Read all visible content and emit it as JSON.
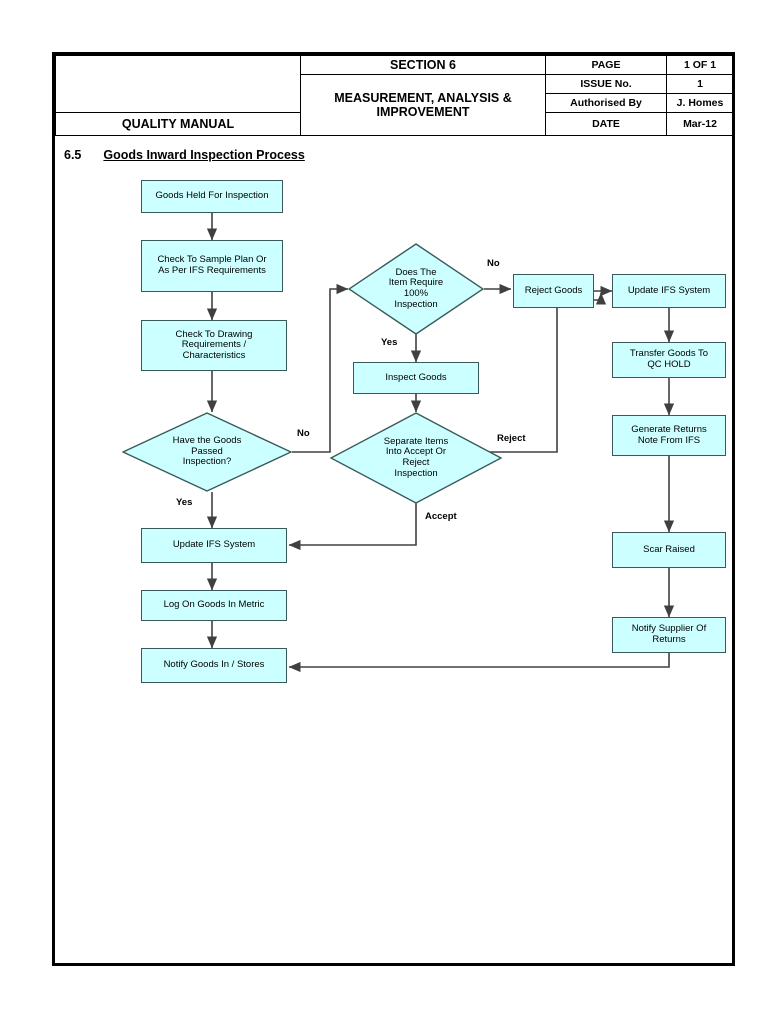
{
  "document": {
    "manual_label": "QUALITY MANUAL",
    "section_label": "SECTION 6",
    "title": "MEASUREMENT, ANALYSIS & IMPROVEMENT",
    "meta": [
      {
        "label": "PAGE",
        "value": "1 OF 1"
      },
      {
        "label": "ISSUE No.",
        "value": "1"
      },
      {
        "label": "Authorised By",
        "value": "J. Homes"
      },
      {
        "label": "DATE",
        "value": "Mar-12"
      }
    ]
  },
  "section": {
    "number": "6.5",
    "title": "Goods Inward Inspection Process"
  },
  "flowchart": {
    "nodes": [
      {
        "id": "goods-held",
        "type": "process",
        "label": "Goods Held For Inspection"
      },
      {
        "id": "check-sample-plan",
        "type": "process",
        "label": "Check To Sample Plan Or As Per IFS Requirements"
      },
      {
        "id": "check-drawing",
        "type": "process",
        "label": "Check To Drawing Requirements / Characteristics"
      },
      {
        "id": "goods-passed",
        "type": "decision",
        "label": "Have the Goods Passed Inspection?"
      },
      {
        "id": "update-ifs-left",
        "type": "process",
        "label": "Update IFS System"
      },
      {
        "id": "log-goods-metric",
        "type": "process",
        "label": "Log On Goods In Metric"
      },
      {
        "id": "notify-goods-in",
        "type": "process",
        "label": "Notify Goods In / Stores"
      },
      {
        "id": "require-100",
        "type": "decision",
        "label": "Does The Item Require 100% Inspection"
      },
      {
        "id": "inspect-goods",
        "type": "process",
        "label": "Inspect Goods"
      },
      {
        "id": "separate-items",
        "type": "decision",
        "label": "Separate Items Into Accept Or Reject Inspection"
      },
      {
        "id": "reject-goods",
        "type": "process",
        "label": "Reject Goods"
      },
      {
        "id": "update-ifs-right",
        "type": "process",
        "label": "Update IFS System"
      },
      {
        "id": "transfer-qc-hold",
        "type": "process",
        "label": "Transfer Goods To QC HOLD"
      },
      {
        "id": "generate-returns",
        "type": "process",
        "label": "Generate Returns Note From IFS"
      },
      {
        "id": "scar-raised",
        "type": "process",
        "label": "Scar Raised"
      },
      {
        "id": "notify-supplier",
        "type": "process",
        "label": "Notify Supplier Of Returns"
      }
    ],
    "node_lines": {
      "goods-held": [
        "Goods Held For Inspection"
      ],
      "check-sample-plan": [
        "Check To Sample Plan Or",
        "As Per IFS Requirements"
      ],
      "check-drawing": [
        "Check To Drawing",
        "Requirements /",
        "Characteristics"
      ],
      "goods-passed": [
        "Have the Goods",
        "Passed",
        "Inspection?"
      ],
      "update-ifs-left": [
        "Update IFS System"
      ],
      "log-goods-metric": [
        "Log On Goods In Metric"
      ],
      "notify-goods-in": [
        "Notify Goods In / Stores"
      ],
      "require-100": [
        "Does The",
        "Item Require",
        "100%",
        "Inspection"
      ],
      "inspect-goods": [
        "Inspect Goods"
      ],
      "separate-items": [
        "Separate Items",
        "Into Accept Or",
        "Reject",
        "Inspection"
      ],
      "reject-goods": [
        "Reject Goods"
      ],
      "update-ifs-right": [
        "Update IFS System"
      ],
      "transfer-qc-hold": [
        "Transfer Goods To",
        "QC HOLD"
      ],
      "generate-returns": [
        "Generate Returns",
        "Note From IFS"
      ],
      "scar-raised": [
        "Scar Raised"
      ],
      "notify-supplier": [
        "Notify Supplier Of",
        "Returns"
      ]
    },
    "edge_labels": {
      "passed_no": "No",
      "passed_yes": "Yes",
      "require_no": "No",
      "require_yes": "Yes",
      "separate_reject": "Reject",
      "separate_accept": "Accept"
    },
    "colors": {
      "node_fill": "#ccffff",
      "node_stroke": "#3a5a5a",
      "connector": "#404040",
      "text": "#000000"
    }
  }
}
